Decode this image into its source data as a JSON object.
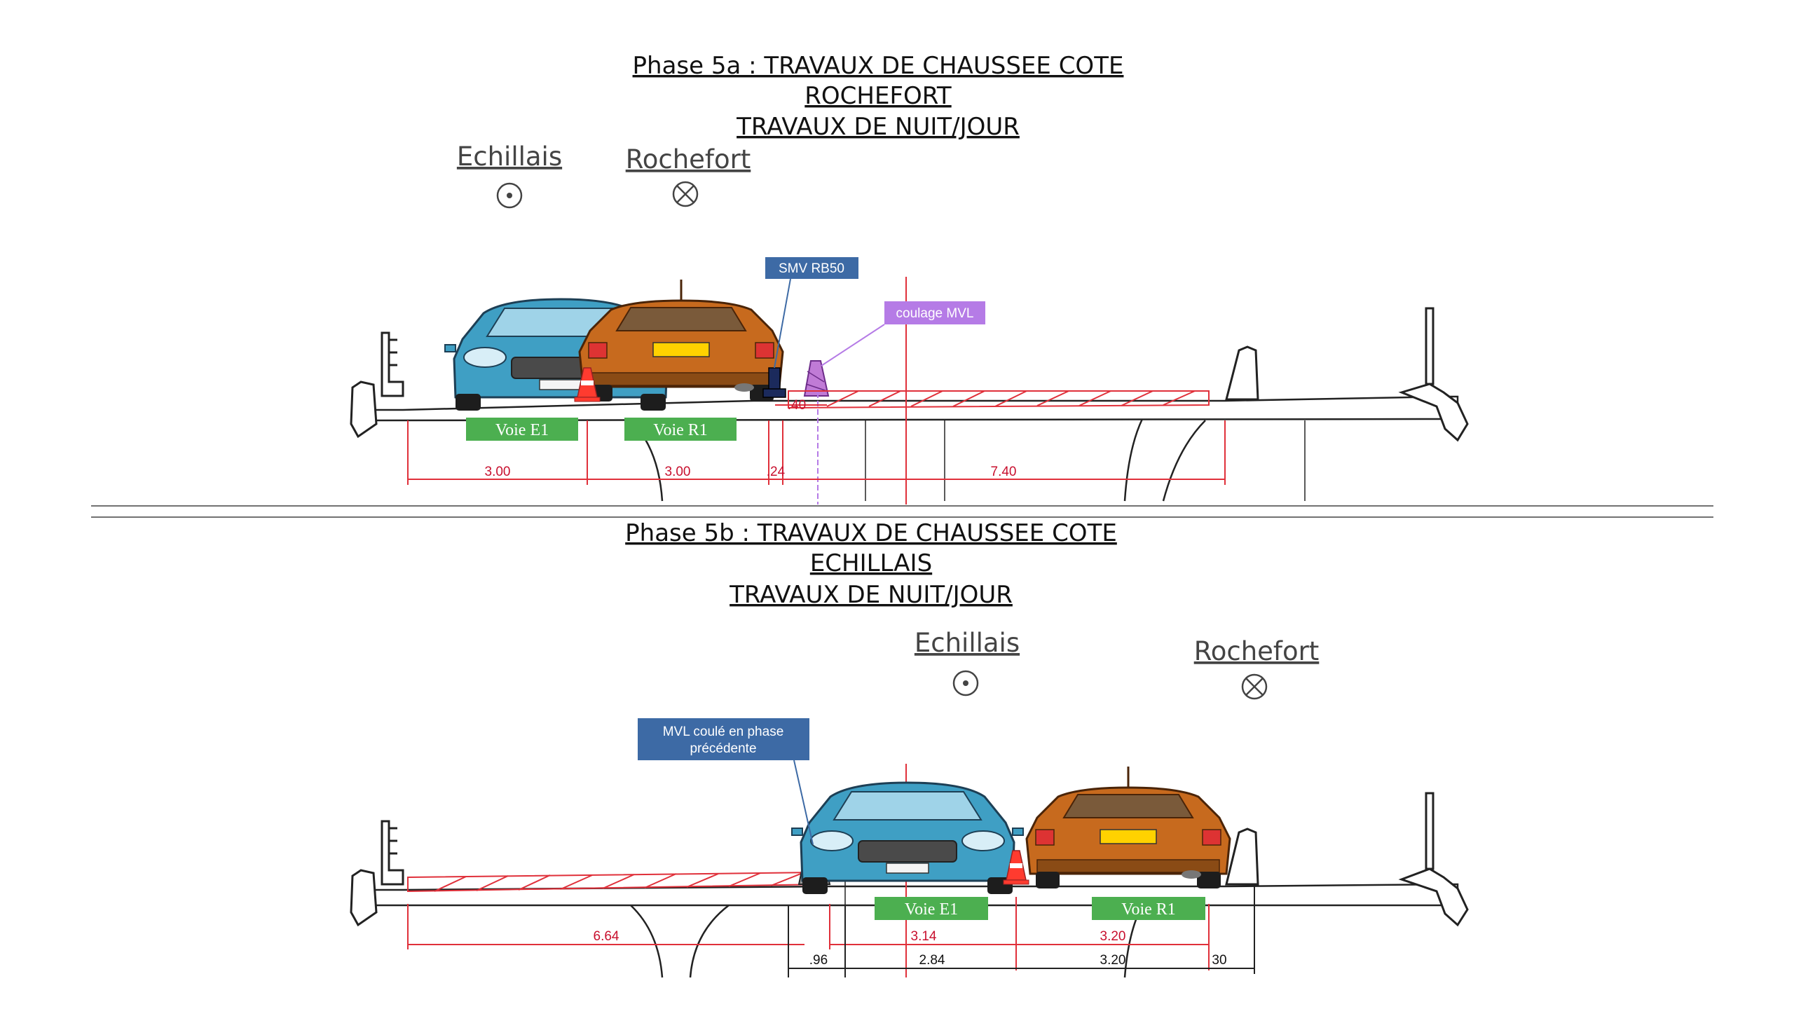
{
  "phase_a": {
    "title": [
      "Phase 5a : TRAVAUX DE CHAUSSEE COTE",
      "ROCHEFORT",
      "TRAVAUX DE NUIT/JOUR"
    ],
    "place_left": "Echillais",
    "place_right": "Rochefort",
    "callout_smv": "SMV RB50",
    "callout_mvl": "coulage MVL",
    "lane_e": "Voie E1",
    "lane_r": "Voie R1",
    "dims": [
      "3.00",
      "3.00",
      ".24",
      "7.40"
    ],
    "dim_small": ".40"
  },
  "phase_b": {
    "title": [
      "Phase 5b : TRAVAUX DE CHAUSSEE COTE",
      "ECHILLAIS",
      "TRAVAUX DE NUIT/JOUR"
    ],
    "place_left": "Echillais",
    "place_right": "Rochefort",
    "callout_mvl": [
      "MVL coulé en phase",
      "précédente"
    ],
    "lane_e": "Voie E1",
    "lane_r": "Voie R1",
    "dims_red": [
      "6.64",
      "3.14",
      "3.20"
    ],
    "dims_black": [
      ".96",
      "2.84",
      "3.20",
      "30"
    ]
  },
  "colors": {
    "lane_green": "#4caf50",
    "callout_blue": "#3d6aa5",
    "callout_violet": "#b57be6",
    "dim_red": "#c8102e",
    "car_blue": "#3f9fc4",
    "car_orange": "#c76a1e"
  }
}
